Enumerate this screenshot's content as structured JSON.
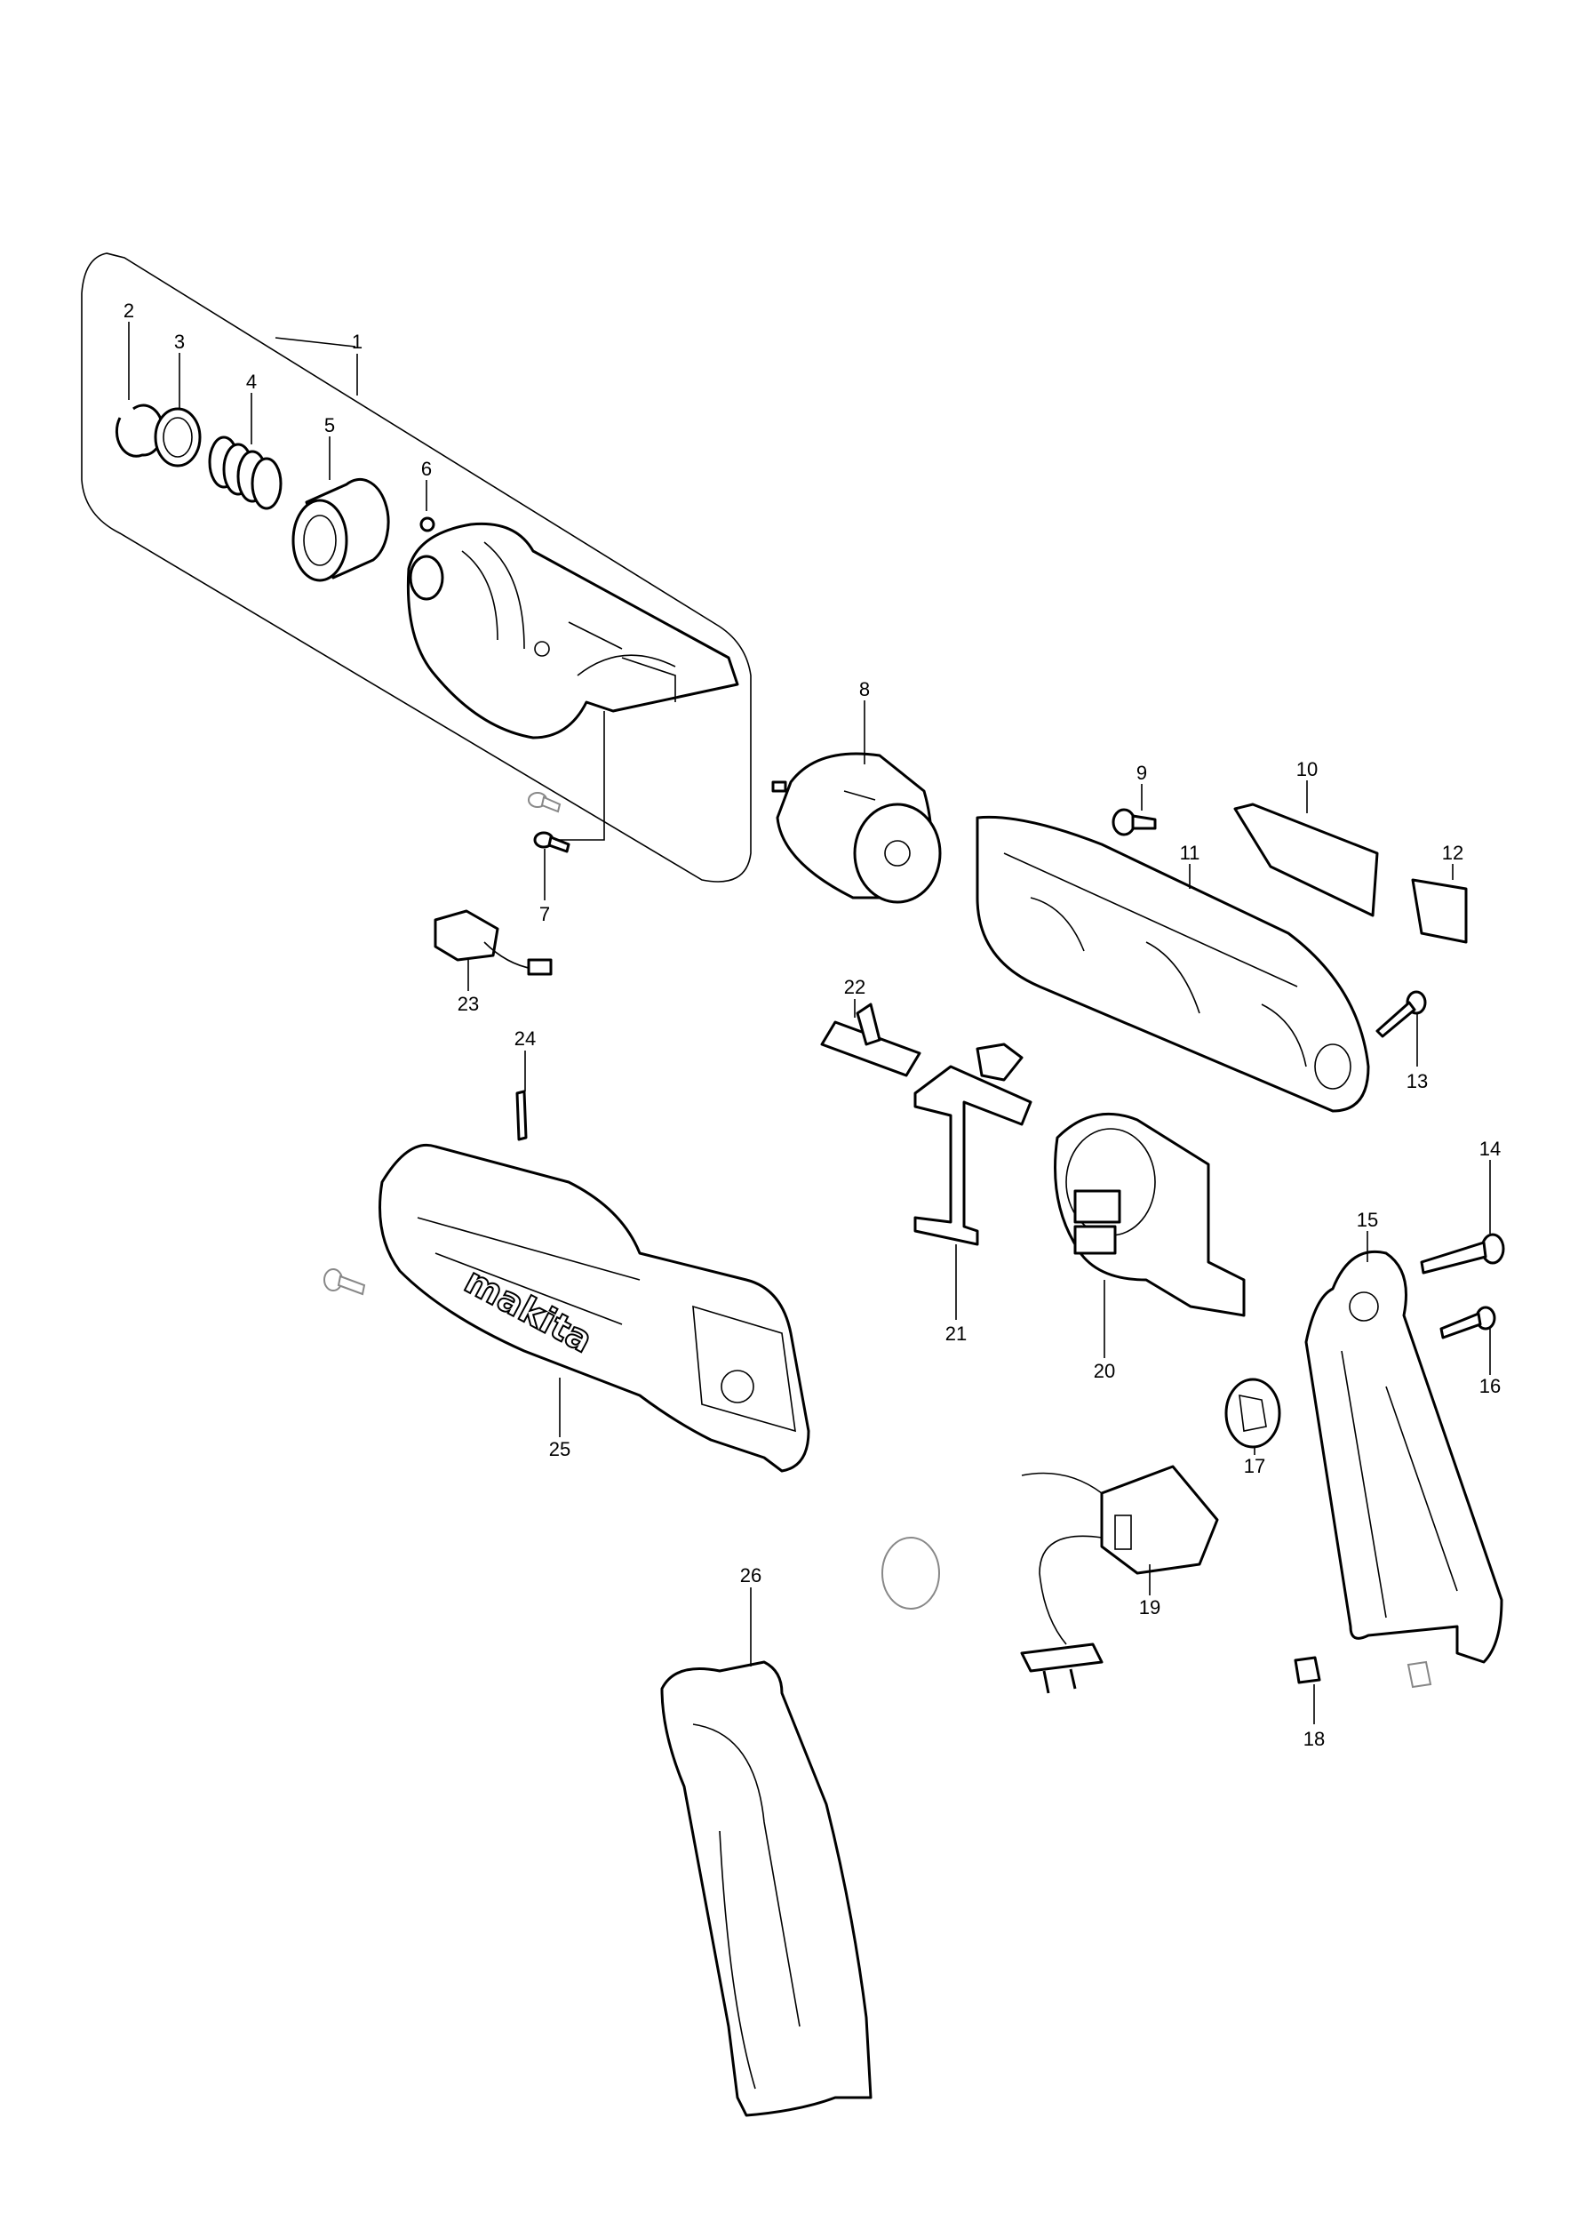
{
  "diagram": {
    "type": "exploded parts diagram",
    "brand_logo": "makita",
    "part_labels": {
      "p1": "1",
      "p2": "2",
      "p3": "3",
      "p4": "4",
      "p5": "5",
      "p6": "6",
      "p7": "7",
      "p8": "8",
      "p9": "9",
      "p10": "10",
      "p11": "11",
      "p12": "12",
      "p13": "13",
      "p14": "14",
      "p15": "15",
      "p16": "16",
      "p17": "17",
      "p18": "18",
      "p19": "19",
      "p20": "20",
      "p21": "21",
      "p22": "22",
      "p23": "23",
      "p24": "24",
      "p25": "25",
      "p26": "26"
    }
  }
}
